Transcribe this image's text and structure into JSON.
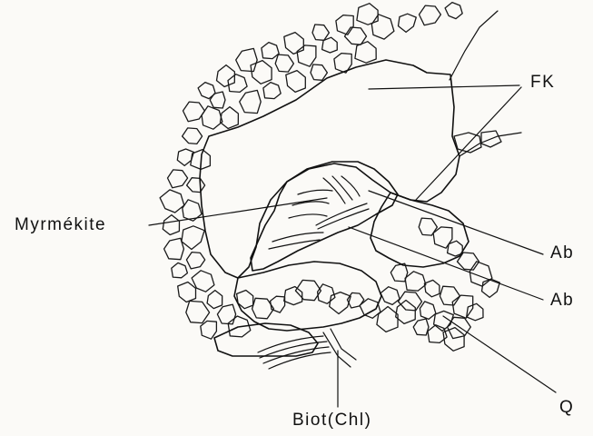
{
  "labels": {
    "fk": "FK",
    "myrmekite": "Myrmékite",
    "ab_upper": "Ab",
    "ab_lower": "Ab",
    "q": "Q",
    "biot": "Biot(Chl)"
  }
}
